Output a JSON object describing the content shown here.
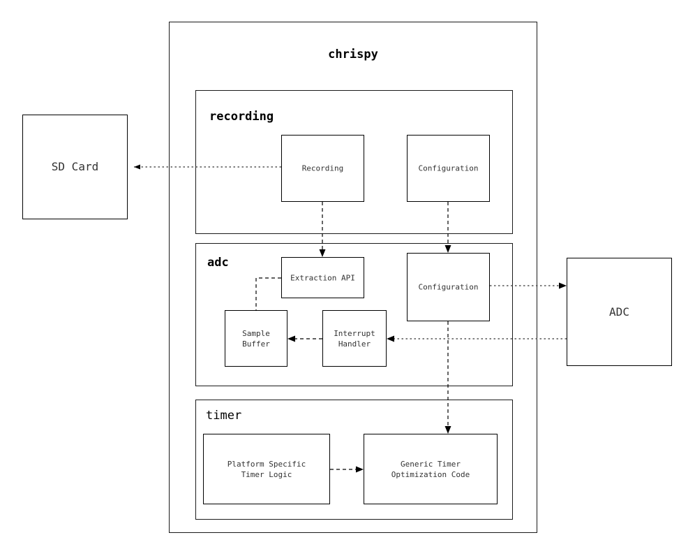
{
  "diagram": {
    "title": "chrispy",
    "containers": [
      {
        "name": "chrispy",
        "label": "chrispy"
      },
      {
        "name": "recording",
        "label": "recording"
      },
      {
        "name": "adc",
        "label": "adc"
      },
      {
        "name": "timer",
        "label": "timer"
      }
    ],
    "external_nodes": [
      {
        "name": "sd-card",
        "label": "SD Card"
      },
      {
        "name": "adc-peripheral",
        "label": "ADC"
      }
    ],
    "recording_nodes": [
      {
        "name": "recording-recording",
        "label": "Recording"
      },
      {
        "name": "recording-configuration",
        "label": "Configuration"
      }
    ],
    "adc_nodes": [
      {
        "name": "adc-extraction-api",
        "label": "Extraction API"
      },
      {
        "name": "adc-configuration",
        "label": "Configuration"
      },
      {
        "name": "adc-sample-buffer",
        "label": "Sample\nBuffer"
      },
      {
        "name": "adc-interrupt-handler",
        "label": "Interrupt\nHandler"
      }
    ],
    "timer_nodes": [
      {
        "name": "timer-platform-specific",
        "label": "Platform Specific\nTimer Logic"
      },
      {
        "name": "timer-generic-optimization",
        "label": "Generic Timer\nOptimization Code"
      }
    ],
    "edges": [
      {
        "name": "edge-recording-to-sd-card",
        "from": "Recording",
        "to": "SD Card",
        "style": "dotted",
        "arrow": true
      },
      {
        "name": "edge-recording-to-extraction-api",
        "from": "Recording",
        "to": "Extraction API",
        "style": "dashed",
        "arrow": true
      },
      {
        "name": "edge-recording-config-to-adc-config",
        "from": "Configuration",
        "to": "Configuration",
        "style": "dashed",
        "arrow": true
      },
      {
        "name": "edge-extraction-api-to-sample-buffer",
        "from": "Extraction API",
        "to": "Sample Buffer",
        "style": "dashed",
        "arrow": false
      },
      {
        "name": "edge-interrupt-handler-to-sample-buffer",
        "from": "Interrupt Handler",
        "to": "Sample Buffer",
        "style": "dashed",
        "arrow": true
      },
      {
        "name": "edge-adc-to-interrupt-handler",
        "from": "ADC",
        "to": "Interrupt Handler",
        "style": "dotted",
        "arrow": true
      },
      {
        "name": "edge-adc-config-to-adc",
        "from": "Configuration",
        "to": "ADC",
        "style": "dotted",
        "arrow": true
      },
      {
        "name": "edge-adc-config-to-generic-timer",
        "from": "Configuration",
        "to": "Generic Timer Optimization Code",
        "style": "dashed",
        "arrow": true
      },
      {
        "name": "edge-platform-to-generic-timer",
        "from": "Platform Specific Timer Logic",
        "to": "Generic Timer Optimization Code",
        "style": "dashed",
        "arrow": true
      }
    ],
    "colors": {
      "line": "#000000",
      "box_border": "#000000",
      "text": "#333333",
      "background": "#ffffff"
    }
  }
}
